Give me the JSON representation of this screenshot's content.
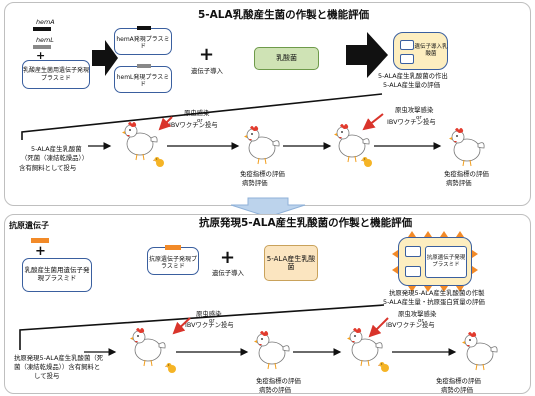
{
  "top": {
    "title": "5-ALA乳酸産生菌の作製と機能評価",
    "gene_hemA": "hemA",
    "gene_hemL": "hemL",
    "plasmid_box": "乳酸産生菌用遺伝子発現プラスミド",
    "hemA_plasmid": "hemA発現プラスミド",
    "hemL_plasmid": "hemL発現プラスミド",
    "transfer": "遺伝子導入",
    "bacteria": "乳酸菌",
    "result_box": "遺伝子導入乳酸菌",
    "result_caption1": "5-ALA産生乳酸菌の作出",
    "result_caption2": "5-ALA産生量の評価",
    "feed_text1": "5-ALA産生乳酸菌",
    "feed_text2": "（死菌（凍結乾燥品））",
    "feed_text3": "含有飼料として投与",
    "infect1a": "原虫感染",
    "infect1b": "or",
    "infect1c": "IBVワクチン投与",
    "infect2a": "原虫攻撃感染",
    "infect2b": "or",
    "infect2c": "IBVワクチン投与",
    "eval1a": "免疫指標の評価",
    "eval1b": "病勢評価",
    "eval2a": "免疫指標の評価",
    "eval2b": "病勢評価"
  },
  "bottom": {
    "label": "抗原遺伝子",
    "title": "抗原発現5-ALA産生乳酸菌の作製と機能評価",
    "plasmid_box": "乳酸産生菌用遺伝子発現プラスミド",
    "antigen_plasmid": "抗原遺伝子発現プラスミド",
    "transfer": "遺伝子導入",
    "bacteria": "5-ALA産生乳酸菌",
    "result_box": "抗原遺伝子発現プラスミド",
    "result_caption1": "抗原発現5-ALA産生乳酸菌の作製",
    "result_caption2": "5-ALA産生量・抗原蛋白質量の評価",
    "feed_text1": "抗原発現5-ALA産生乳酸菌（死",
    "feed_text2": "菌（凍結乾燥品））含有飼料と",
    "feed_text3": "して投与",
    "infect1a": "原虫感染",
    "infect1b": "or",
    "infect1c": "IBVワクチン投与",
    "infect2a": "原虫攻撃感染",
    "infect2b": "or",
    "infect2c": "IBVワクチン投与",
    "eval1a": "免疫指標の評価",
    "eval1b": "病勢の評価",
    "eval2a": "免疫指標の評価",
    "eval2b": "病勢の評価"
  },
  "colors": {
    "border": "#bfbfbf",
    "plasmid_blue": "#3a5f9f",
    "bacteria_green": "#cfe3b5",
    "bacteria_yellow": "#fbe5c0",
    "result_fill": "#fdeec0",
    "antigen_orange": "#f28a28",
    "arrow_red": "#d9342b",
    "down_arrow": "#bcd3ec"
  }
}
